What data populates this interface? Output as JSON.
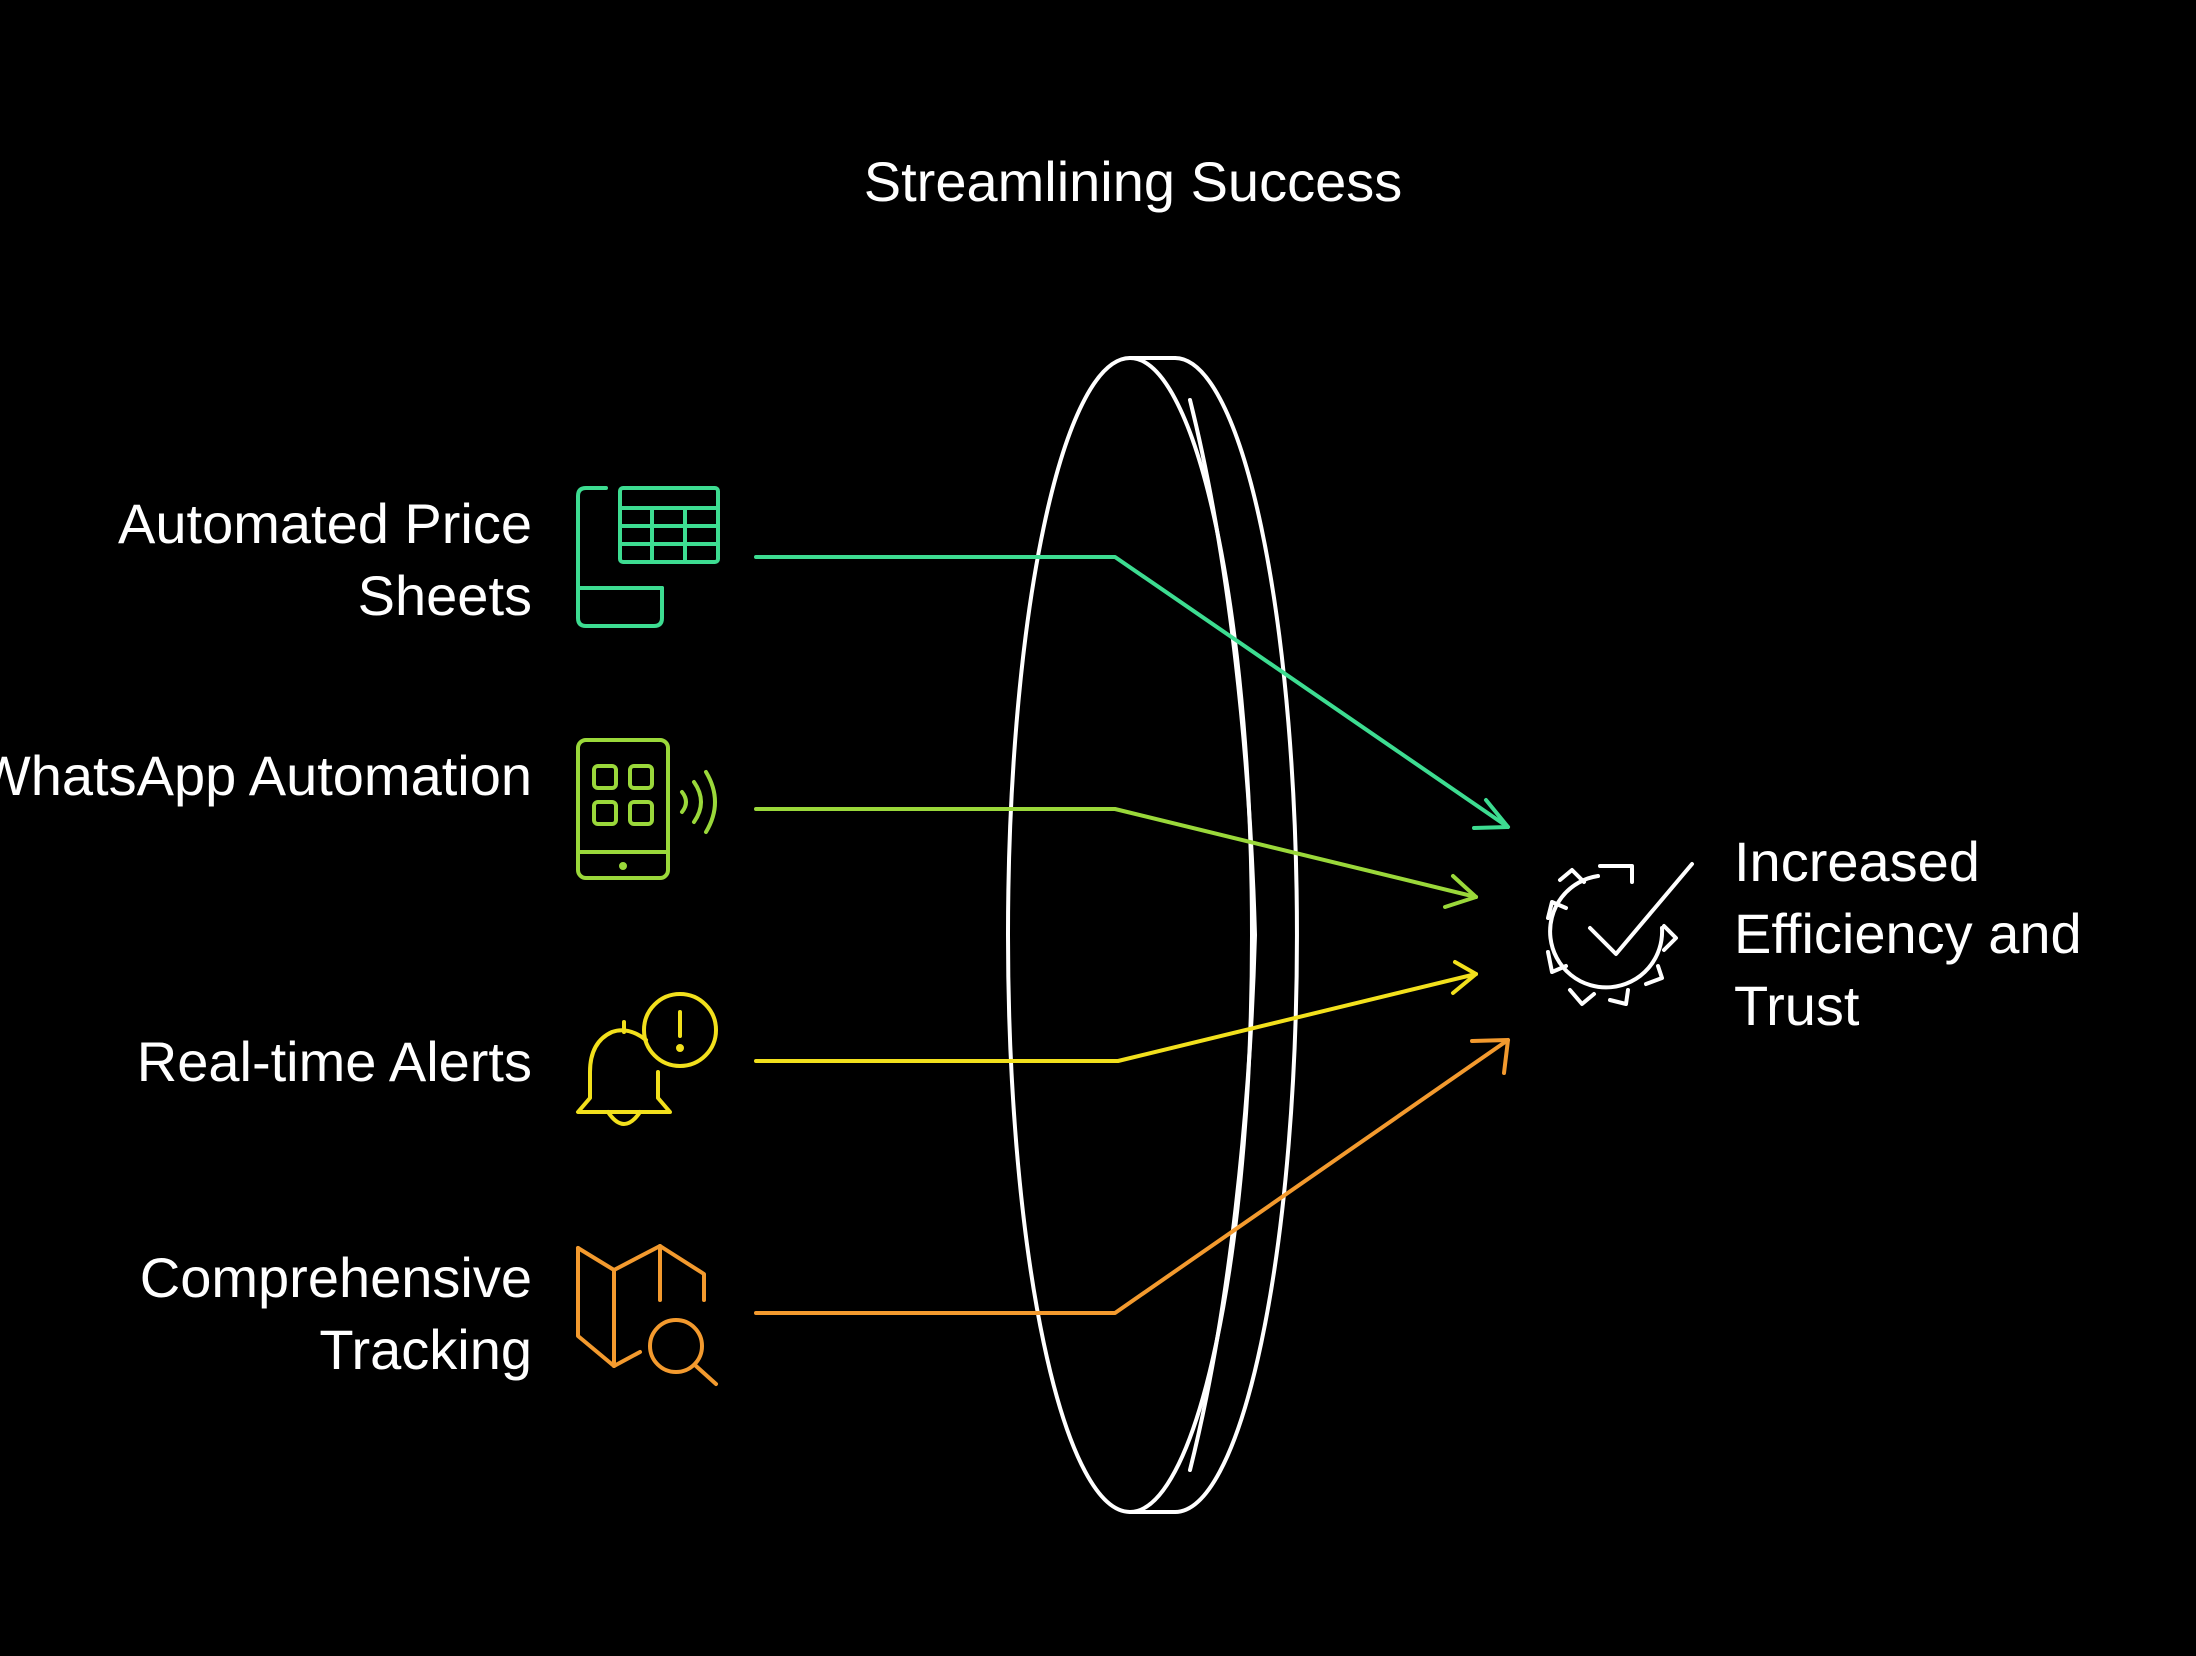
{
  "title": "Streamlining Success",
  "inputs": [
    {
      "label": "Automated Price Sheets",
      "icon": "spreadsheet-phone-icon",
      "color": "#3ddc91"
    },
    {
      "label": "WhatsApp Automation",
      "icon": "phone-apps-signal-icon",
      "color": "#9ad83a"
    },
    {
      "label": "Real-time Alerts",
      "icon": "bell-alert-icon",
      "color": "#f2e01c"
    },
    {
      "label": "Comprehensive Tracking",
      "icon": "map-search-icon",
      "color": "#f39a2e"
    }
  ],
  "output": {
    "label": "Increased Efficiency and Trust",
    "icon": "gear-check-icon",
    "color": "#ffffff"
  },
  "lens": {
    "icon": "lens-disc",
    "color": "#ffffff"
  },
  "background": "#000000"
}
